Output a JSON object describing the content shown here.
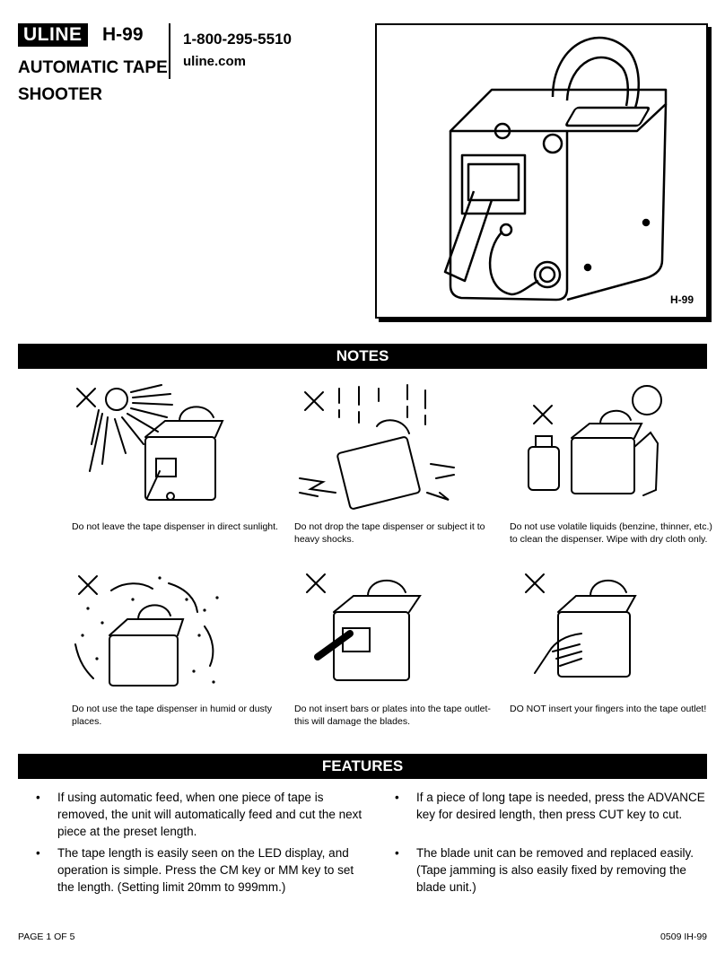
{
  "header": {
    "brand": "ULINE",
    "model": "H-99",
    "product_name": "AUTOMATIC TAPE SHOOTER",
    "phone": "1-800-295-5510",
    "website": "uline.com"
  },
  "hero": {
    "label": "H-99"
  },
  "notes": {
    "title": "NOTES",
    "items": [
      {
        "caption": "Do not leave the tape dispenser in direct sunlight."
      },
      {
        "caption": "Do not drop the tape dispenser or subject it to heavy shocks."
      },
      {
        "caption": "Do not use volatile liquids (benzine, thinner, etc.) to clean the dispenser. Wipe with dry cloth only."
      },
      {
        "caption": "Do not use the tape dispenser in humid or dusty places."
      },
      {
        "caption": "Do not insert bars or plates into the tape outlet-this will damage the blades."
      },
      {
        "caption": "DO NOT insert your fingers into the tape outlet!"
      }
    ]
  },
  "features": {
    "title": "FEATURES",
    "items": [
      {
        "text": "If using automatic feed, when one piece of tape is removed, the unit will automatically feed and cut the next piece at the preset length."
      },
      {
        "text": "The tape length is easily seen on the LED display, and operation is simple. Press the CM key or MM key to set the length. (Setting limit 20mm to 999mm.)"
      },
      {
        "text": "If a piece of long tape is needed, press the ADVANCE key for desired length, then press CUT key to cut."
      },
      {
        "text": "The blade unit can be removed and replaced easily. (Tape jamming is also easily fixed by removing the blade unit.)"
      }
    ]
  },
  "footer": {
    "page": "PAGE 1 OF 5",
    "code": "0509 IH-99"
  }
}
